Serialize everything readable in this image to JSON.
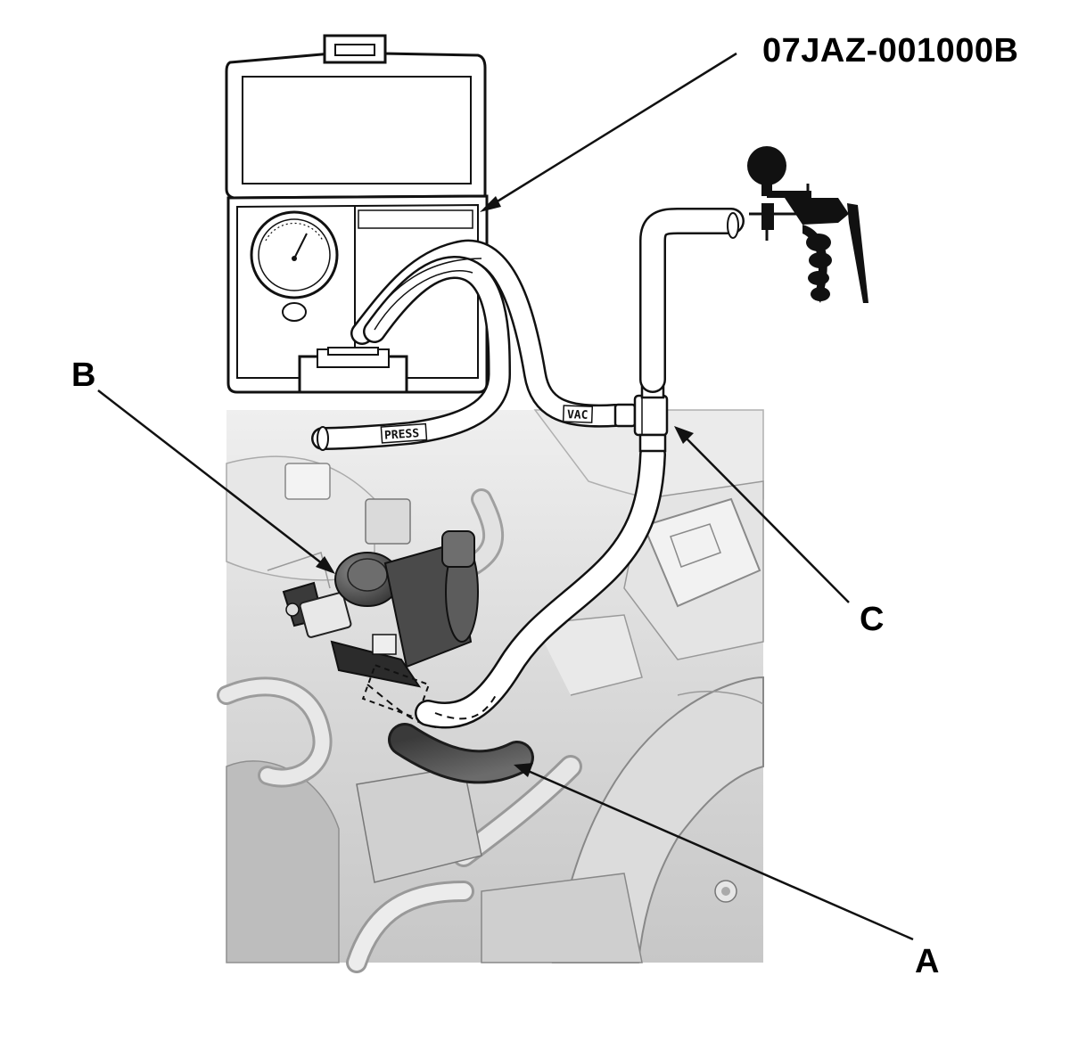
{
  "figure": {
    "tool_number": "07JAZ-001000B",
    "callouts": {
      "a": "A",
      "b": "B",
      "c": "C"
    },
    "hose_tags": {
      "vac": "VAC",
      "press": "PRESS"
    }
  }
}
